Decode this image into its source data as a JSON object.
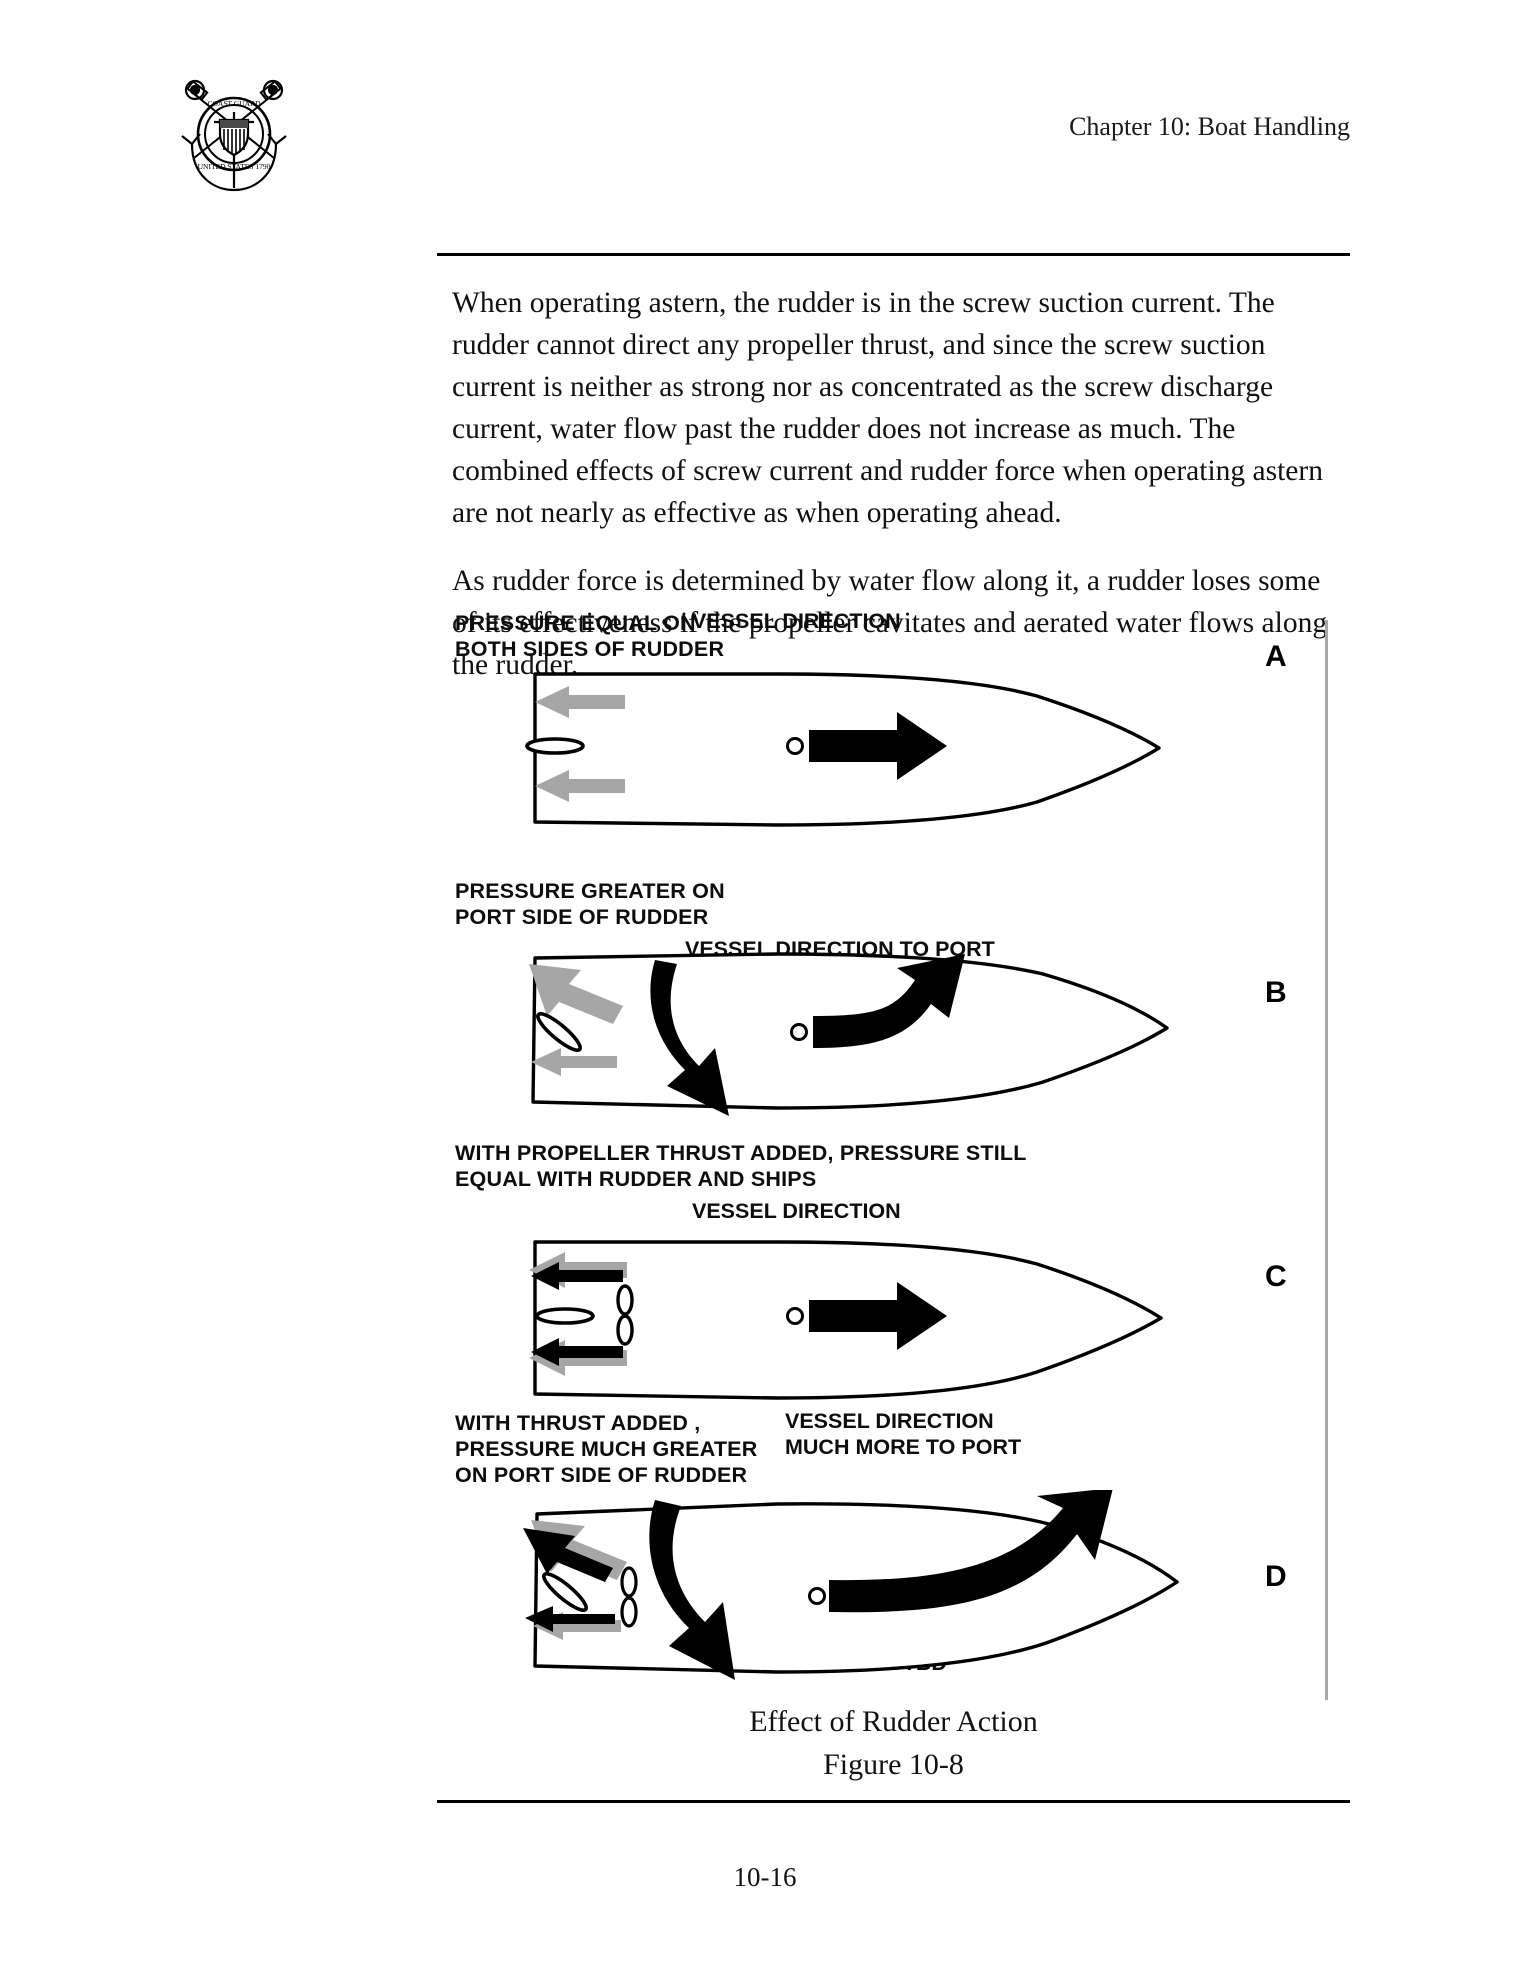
{
  "header": {
    "chapter_title": "Chapter 10:  Boat Handling",
    "seal_name": "United States Coast Guard seal"
  },
  "body": {
    "paragraph_1": "When operating astern, the rudder is in the screw suction current.   The rudder cannot direct any propeller thrust, and since the screw suction current is neither as strong nor as concentrated as the screw discharge current, water flow past the rudder does not increase as much.   The combined effects of screw current and rudder force when operating astern are not nearly as effective as when operating ahead.",
    "paragraph_2": "As rudder force is determined by water flow along it, a rudder loses some of its effectiveness if the propeller cavitates and aerated water flows along the rudder."
  },
  "figure": {
    "caption_title": "Effect of Rudder Action",
    "caption_number": "Figure 10-8",
    "panels": [
      {
        "letter": "A",
        "caption": "PRESSURE EQUAL ON\nBOTH SIDES OF RUDDER",
        "vessel_label": "VESSEL DIRECTION",
        "stern_label": ""
      },
      {
        "letter": "B",
        "caption": "PRESSURE GREATER ON\nPORT SIDE OF  RUDDER",
        "vessel_label": "VESSEL DIRECTION TO PORT",
        "stern_label": ""
      },
      {
        "letter": "C",
        "caption": "WITH PROPELLER THRUST ADDED, PRESSURE STILL\nEQUAL WITH RUDDER AND SHIPS",
        "vessel_label": "VESSEL DIRECTION",
        "stern_label": ""
      },
      {
        "letter": "D",
        "caption": "WITH THRUST ADDED ,\nPRESSURE MUCH GREATER\nON PORT SIDE OF RUDDER",
        "vessel_label": "VESSEL DIRECTION\nMUCH MORE TO PORT",
        "stern_label": "STERN SWINGS\nHARDER TO STBD"
      }
    ]
  },
  "footer": {
    "page_number": "10-16"
  },
  "colors": {
    "ink": "#000000",
    "gray_arrow": "#a6a6a6",
    "divider": "#a8a8a8"
  }
}
